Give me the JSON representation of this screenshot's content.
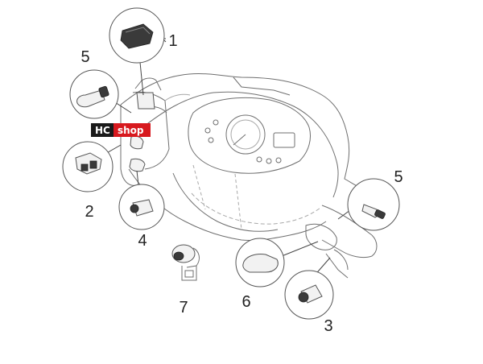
{
  "logo": {
    "left": "HC",
    "right": "shop",
    "left_bg": "#1a1a1a",
    "right_bg": "#d7191e",
    "text_color": "#ffffff"
  },
  "callouts": [
    {
      "id": "1",
      "label": "1",
      "part": "rocker-switch"
    },
    {
      "id": "5a",
      "label": "5",
      "part": "bulb"
    },
    {
      "id": "2",
      "label": "2",
      "part": "switch-clip"
    },
    {
      "id": "4",
      "label": "4",
      "part": "socket"
    },
    {
      "id": "7",
      "label": "7",
      "part": "ignition-lock"
    },
    {
      "id": "6",
      "label": "6",
      "part": "lens"
    },
    {
      "id": "5b",
      "label": "5",
      "part": "bulb"
    },
    {
      "id": "3",
      "label": "3",
      "part": "socket"
    }
  ],
  "colors": {
    "line": "#6f6f6f",
    "text": "#222222"
  }
}
